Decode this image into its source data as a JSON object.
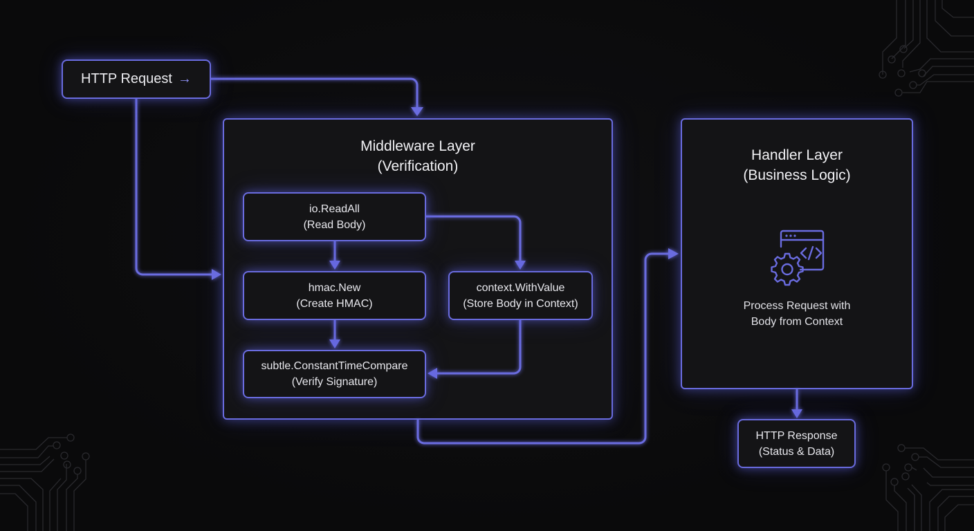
{
  "diagram": {
    "accent_color": "#6a6ce0",
    "background_color": "#0a0a0b",
    "request": {
      "label": "HTTP Request",
      "arrow_glyph": "→"
    },
    "middleware": {
      "title_line1": "Middleware Layer",
      "title_line2": "(Verification)",
      "steps": [
        {
          "id": "read",
          "line1": "io.ReadAll",
          "line2": "(Read Body)"
        },
        {
          "id": "hmac",
          "line1": "hmac.New",
          "line2": "(Create HMAC)"
        },
        {
          "id": "compare",
          "line1": "subtle.ConstantTimeCompare",
          "line2": "(Verify Signature)"
        },
        {
          "id": "context",
          "line1": "context.WithValue",
          "line2": "(Store Body in Context)"
        }
      ]
    },
    "handler": {
      "title_line1": "Handler Layer",
      "title_line2": "(Business Logic)",
      "icon": "code-window-gear-icon",
      "text_line1": "Process Request with",
      "text_line2": "Body from Context"
    },
    "response": {
      "line1": "HTTP Response",
      "line2": "(Status & Data)"
    },
    "edges": [
      {
        "from": "request",
        "to": "middleware"
      },
      {
        "from": "request",
        "to": "middleware-left"
      },
      {
        "from": "read",
        "to": "hmac"
      },
      {
        "from": "read",
        "to": "context"
      },
      {
        "from": "hmac",
        "to": "compare"
      },
      {
        "from": "context",
        "to": "compare"
      },
      {
        "from": "middleware",
        "to": "handler"
      },
      {
        "from": "handler",
        "to": "response"
      }
    ]
  }
}
